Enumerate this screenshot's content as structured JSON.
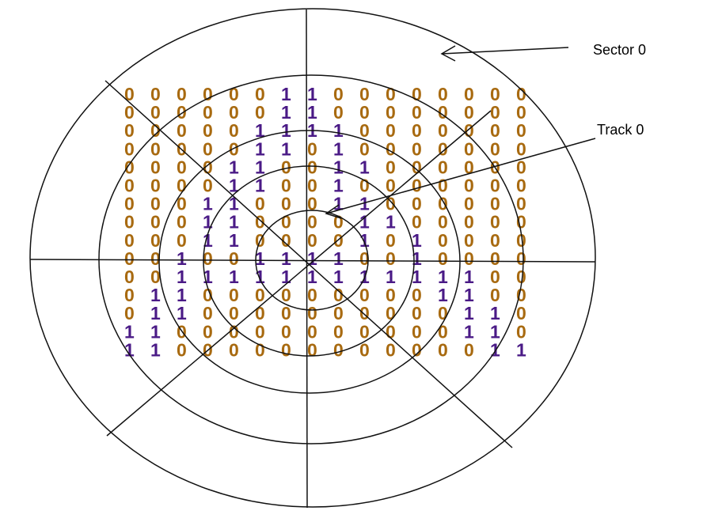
{
  "labels": {
    "sector": "Sector 0",
    "track": "Track 0"
  },
  "colors": {
    "zero": "#a86a10",
    "one": "#4a1a86",
    "line": "#111111"
  },
  "bit_grid": [
    "0000001100000000",
    "0000001100000000",
    "0000011110000000",
    "0000011010000000",
    "0000110011000000",
    "0000110010000000",
    "0001100011000000",
    "0001100001100000",
    "0001100001010000",
    "0010011110010000",
    "0011111111111100",
    "0110000000001100",
    "0110000000000110",
    "1100000000000110",
    "1100000000000011"
  ]
}
